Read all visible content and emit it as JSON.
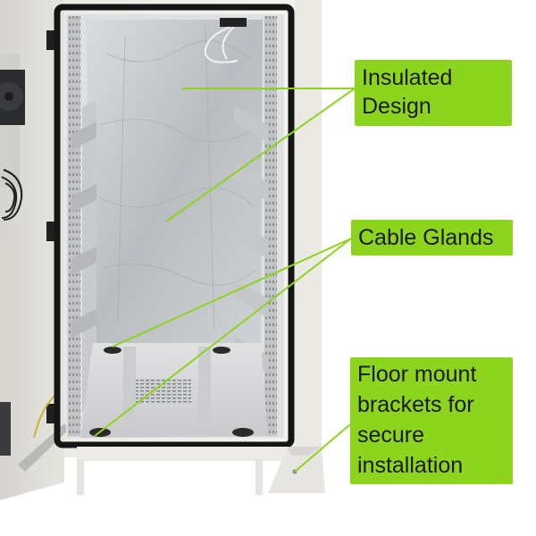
{
  "image": {
    "subject": "outdoor-cabinet-open-door",
    "accent_color": "#8cd41e",
    "line_color": "#8cd41e"
  },
  "callouts": [
    {
      "id": "insulated",
      "text": "Insulated\nDesign",
      "points_to": [
        "insulation-liner"
      ]
    },
    {
      "id": "glands",
      "text": "Cable Glands",
      "points_to": [
        "cable-gland-rear",
        "cable-gland-front"
      ]
    },
    {
      "id": "floor",
      "text": "Floor mount\nbrackets for\nsecure\ninstallation",
      "points_to": [
        "floor-mount-bracket"
      ]
    }
  ]
}
